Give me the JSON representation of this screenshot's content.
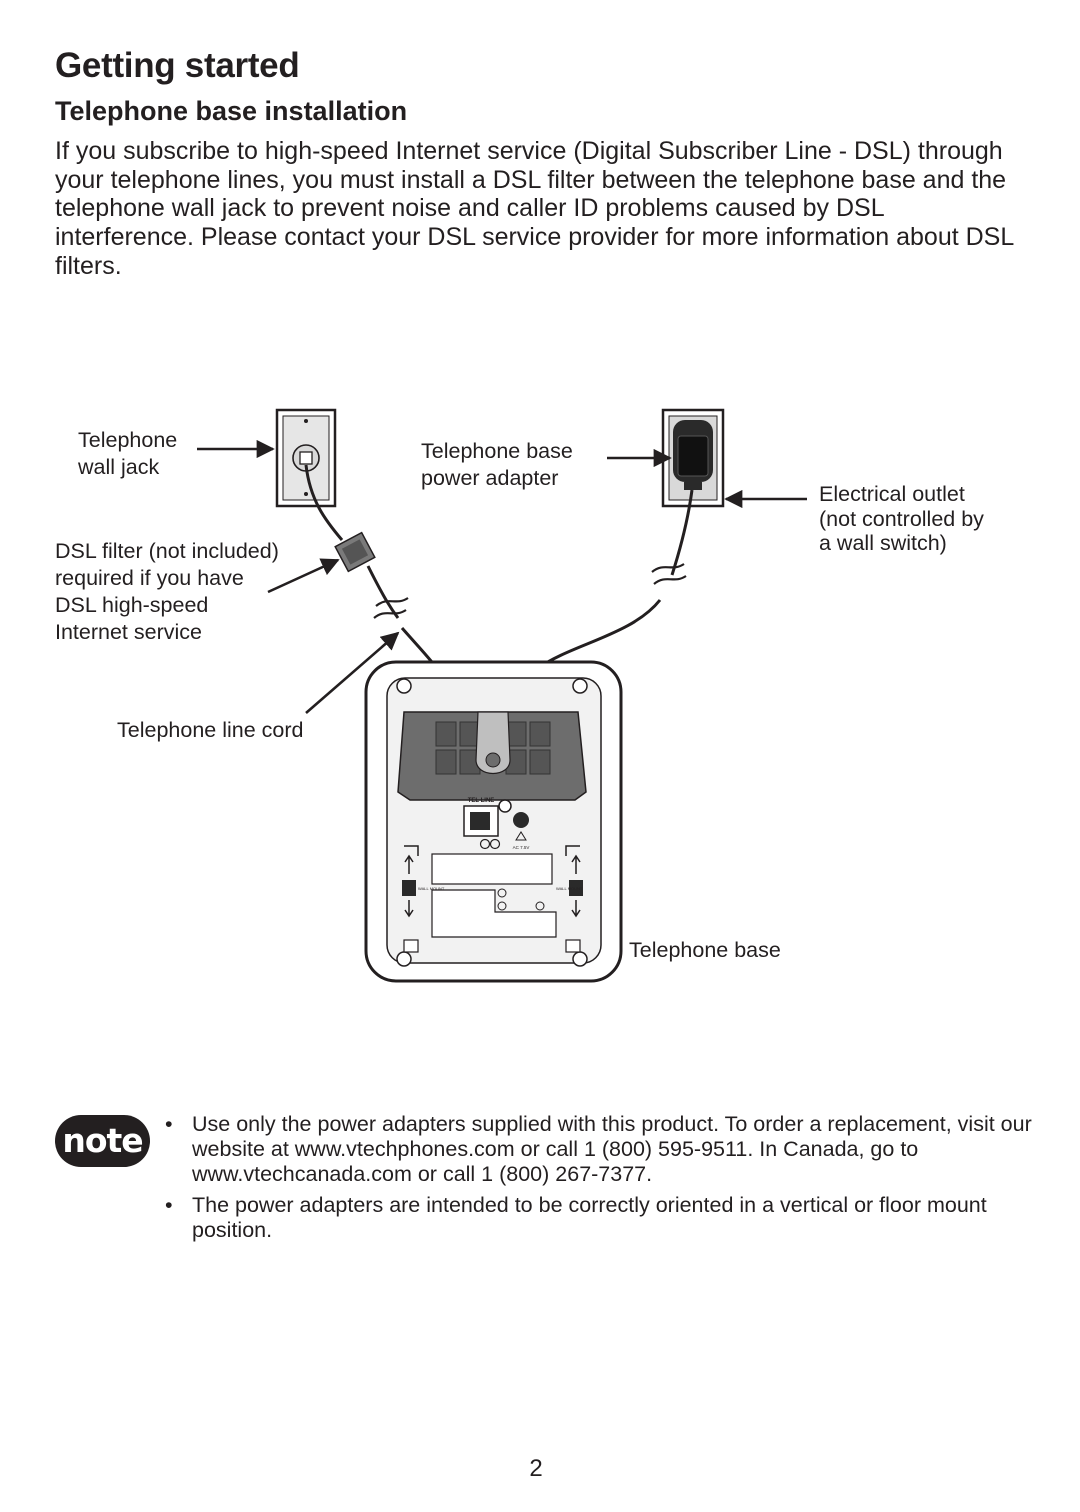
{
  "header": {
    "title": "Getting started",
    "subtitle": "Telephone base installation"
  },
  "intro": "If you subscribe to high-speed Internet service (Digital Subscriber Line - DSL) through your telephone lines, you must install a DSL filter between the telephone base and the telephone wall jack to prevent noise and caller ID problems caused by DSL interference. Please contact your DSL service provider for more information about DSL filters.",
  "diagram": {
    "wall_jack_label": "Telephone\nwall jack",
    "adapter_label": "Telephone base\npower adapter",
    "outlet_label": "Electrical outlet\n(not controlled by\na wall switch)",
    "dsl_filter_label": "DSL filter (not included)\nrequired if you have\nDSL high-speed\nInternet service",
    "line_cord_label": "Telephone line cord",
    "base_label": "Telephone base",
    "tel_line_text": "TEL LINE",
    "ac_text": "AC 7.5V",
    "wall_mount_text": "WALL MOUNT"
  },
  "note": {
    "badge": "note",
    "bullet_symbol": "•",
    "items": [
      "Use only the power adapters supplied with this product. To order a replacement, visit our website at www.vtechphones.com or call 1 (800) 595-9511. In Canada, go to www.vtechcanada.com or call 1 (800) 267-7377.",
      "The power adapters are intended to be correctly oriented in a vertical or floor mount position."
    ]
  },
  "page_number": "2",
  "colors": {
    "text": "#231f20",
    "background": "#ffffff",
    "device_fill": "#c8c8c8",
    "bracket_fill": "#6d6d6d",
    "adapter_fill": "#2a2a2a"
  },
  "icons": [
    "arrow-icon",
    "wall-jack-icon",
    "dsl-filter-icon",
    "power-adapter-icon",
    "telephone-base-icon"
  ]
}
